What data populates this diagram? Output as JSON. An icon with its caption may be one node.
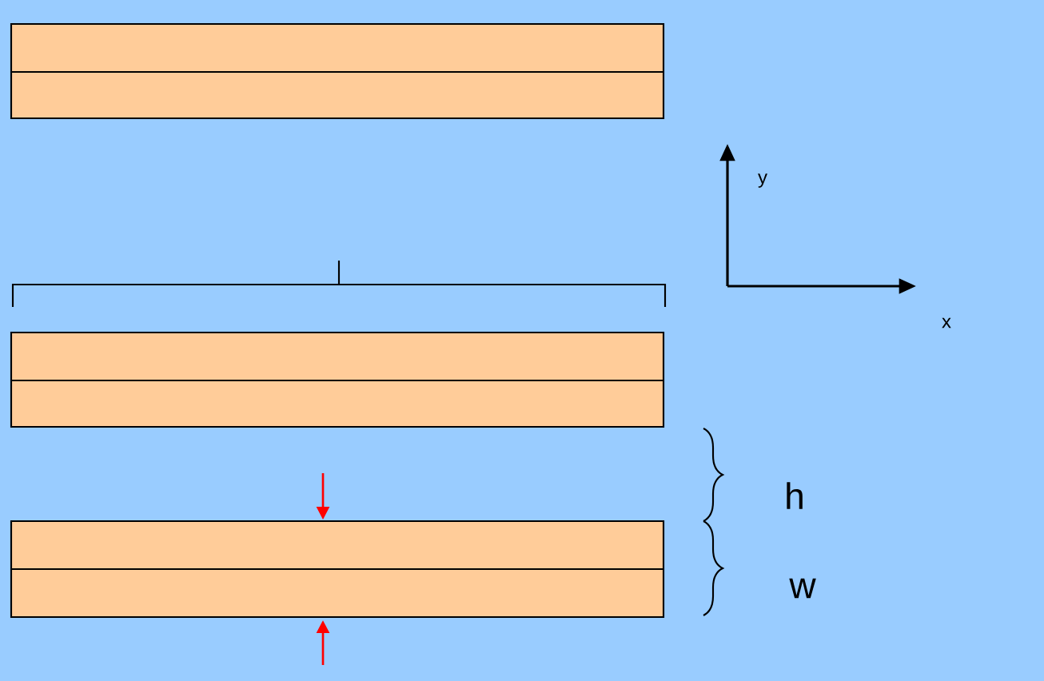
{
  "diagram": {
    "labels": [
      "y",
      "x",
      "h",
      "w"
    ]
  }
}
